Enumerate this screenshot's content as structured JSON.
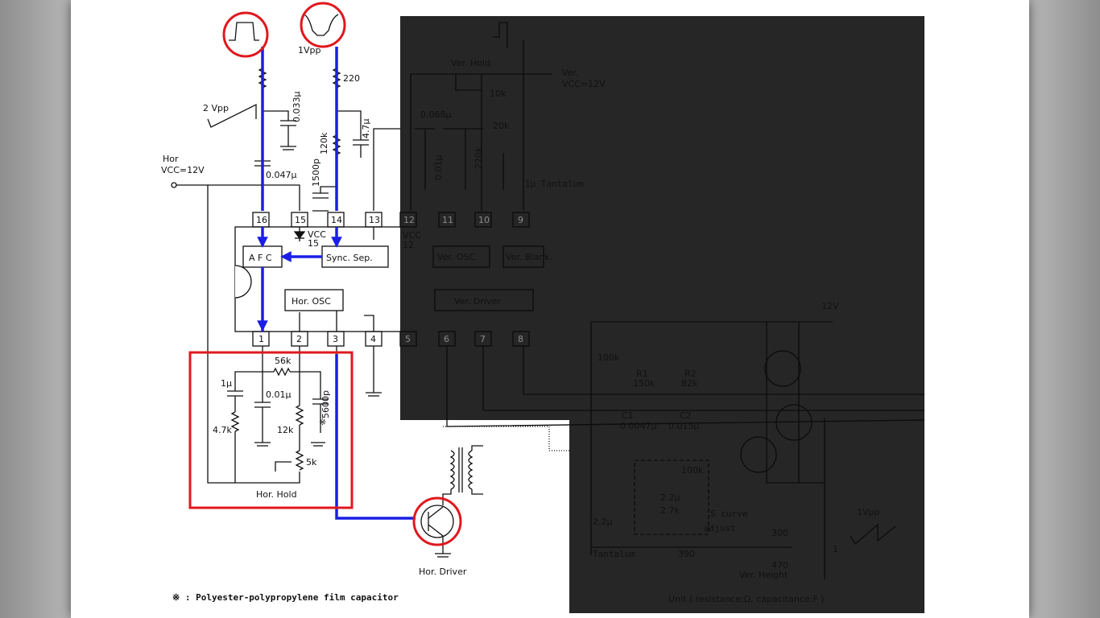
{
  "labels": {
    "vpp2": "2 Vpp",
    "vpp1_top": "1Vpp",
    "r220": "220",
    "c0033": "0.033μ",
    "r120k": "120k",
    "c47": "4.7μ",
    "c1500p": "1500p",
    "c0047": "0.047μ",
    "hor": "Hor",
    "hor_vcc": "VCC=12V",
    "ver_hold": "Ver. Hold",
    "ver": "Ver.",
    "ver_vcc": "VCC=12V",
    "r10k": "10k",
    "r20k": "20k",
    "c0068": "0.068μ",
    "c001": "0.01μ",
    "r220k": "220k",
    "tantalum1": "1μ Tantalum",
    "vcc15_a": "VCC",
    "vcc15_b": "15",
    "vcc12_a": "VCC",
    "vcc12_b": "12",
    "afc": "A F C",
    "sync_sep": "Sync. Sep.",
    "hor_osc": "Hor. OSC",
    "ver_osc": "Ver. OSC",
    "ver_blank": "Ver. Blank.",
    "ver_driver": "Ver. Driver",
    "r56k": "56k",
    "c1u": "1μ",
    "c001b": "0.01μ",
    "c5600p": "5600p",
    "r47k": "4.7k",
    "r12k": "12k",
    "r5k": "5k",
    "mark": "※",
    "hor_hold": "Hor. Hold",
    "hor_driver": "Hor. Driver",
    "v12": "12V",
    "r100k": "100k",
    "r1": "R1",
    "r1v": "150k",
    "r2": "R2",
    "r2v": "82k",
    "c1": "C1",
    "c1v": "0.0047μ",
    "c2": "C2",
    "c2v": "0.015μ",
    "r100k2": "100k",
    "c22a": "2.2μ",
    "r27k": "2.7k",
    "s_curve": "S curve",
    "adjust": "adjust",
    "c22b": "2.2μ",
    "vpp1_right": "1Vpp",
    "r300": "300",
    "r470": "470",
    "r1ohm": "1",
    "r390": "390",
    "tantalum2": "Tantalum",
    "ver_height": "Ver. Height",
    "footnote": "※ : Polyester-polypropylene film capacitor",
    "unit_note": "Unit ( resistance:Ω, capacitance:F )"
  },
  "pins": [
    "16",
    "15",
    "14",
    "13",
    "12",
    "11",
    "10",
    "9",
    "1",
    "2",
    "3",
    "4",
    "5",
    "6",
    "7",
    "8"
  ],
  "colors": {
    "highlight": "#e0181e",
    "signal": "#1a1ee6",
    "shade": "#262626"
  }
}
